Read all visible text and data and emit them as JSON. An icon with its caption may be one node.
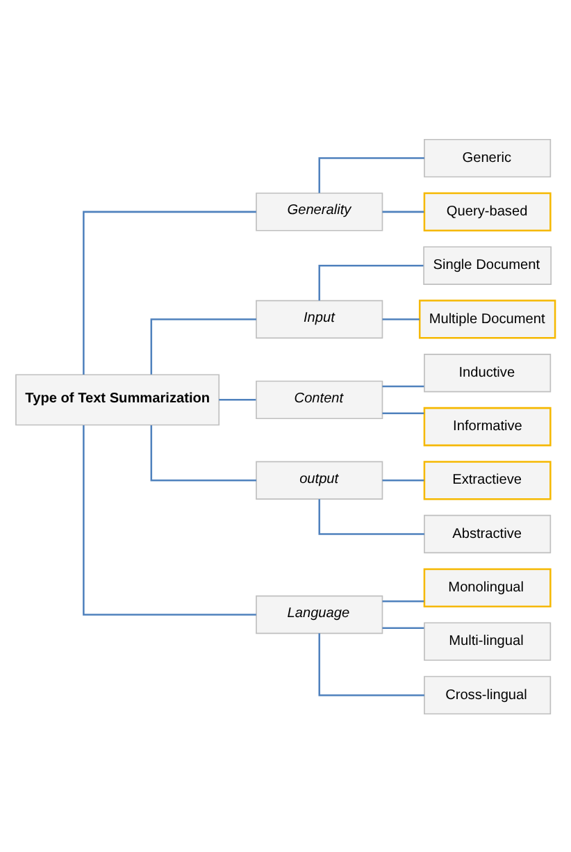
{
  "diagram": {
    "nodes": [
      {
        "text": [
          "Type of Text Summarization"
        ]
      },
      {
        "text": [
          "Generality"
        ]
      },
      {
        "text": [
          "Generic"
        ]
      },
      {
        "text": [
          "Query-based"
        ]
      },
      {
        "text": [
          "Input"
        ]
      },
      {
        "text": [
          "Single Document"
        ]
      },
      {
        "text": [
          "Multiple Document"
        ]
      },
      {
        "text": [
          "Content"
        ]
      },
      {
        "text": [
          "Inductive"
        ]
      },
      {
        "text": [
          "Informative"
        ]
      },
      {
        "text": [
          "output"
        ]
      },
      {
        "text": [
          "Extractieve"
        ]
      },
      {
        "text": [
          "Abstractive"
        ]
      },
      {
        "text": [
          "Language"
        ]
      },
      {
        "text": [
          "Monolingual"
        ]
      },
      {
        "text": [
          "Multi-lingual"
        ]
      },
      {
        "text": [
          "Cross-lingual"
        ]
      }
    ],
    "edges": [
      {
        "from": 0,
        "to": 1,
        "arrow": "none"
      },
      {
        "from": 0,
        "to": 4,
        "arrow": "none"
      },
      {
        "from": 0,
        "to": 7,
        "arrow": "none"
      },
      {
        "from": 0,
        "to": 10,
        "arrow": "none"
      },
      {
        "from": 0,
        "to": 13,
        "arrow": "none"
      },
      {
        "from": 1,
        "to": 2,
        "arrow": "none"
      },
      {
        "from": 1,
        "to": 3,
        "arrow": "none"
      },
      {
        "from": 4,
        "to": 5,
        "arrow": "none"
      },
      {
        "from": 4,
        "to": 6,
        "arrow": "none"
      },
      {
        "from": 7,
        "to": 8,
        "arrow": "none"
      },
      {
        "from": 7,
        "to": 9,
        "arrow": "none"
      },
      {
        "from": 10,
        "to": 11,
        "arrow": "none"
      },
      {
        "from": 10,
        "to": 12,
        "arrow": "none"
      },
      {
        "from": 13,
        "to": 14,
        "arrow": "none"
      },
      {
        "from": 13,
        "to": 15,
        "arrow": "none"
      },
      {
        "from": 13,
        "to": 16,
        "arrow": "none"
      }
    ]
  }
}
